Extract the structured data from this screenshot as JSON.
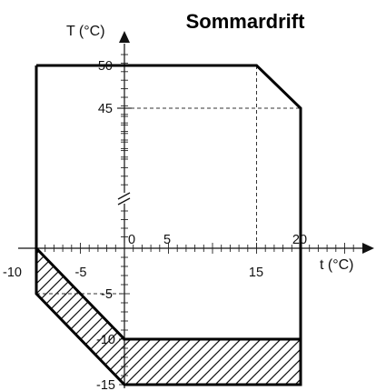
{
  "chart_data": {
    "type": "diagram",
    "title": "Sommardrift",
    "y_axis_title": "T (°C)",
    "x_axis_title": "t (°C)",
    "x_tick_labels": [
      "-10",
      "-5",
      "0",
      "5",
      "15",
      "20"
    ],
    "y_tick_labels": [
      "50",
      "45",
      "-5",
      "-10",
      "-15"
    ],
    "x_range": [
      -10,
      20
    ],
    "y_upper_range": [
      45,
      50
    ],
    "y_lower_range": [
      -15,
      0
    ],
    "y_axis_break": true,
    "boundary": [
      [
        -10,
        50
      ],
      [
        15,
        50
      ],
      [
        20,
        45
      ],
      [
        20,
        -15
      ],
      [
        0,
        -15
      ],
      [
        -10,
        -5
      ],
      [
        -10,
        50
      ]
    ],
    "dashed_guides": [
      {
        "from": [
          15,
          50
        ],
        "to": [
          15,
          0
        ]
      },
      {
        "from": [
          0,
          45
        ],
        "to": [
          20,
          45
        ]
      },
      {
        "from": [
          -10,
          -5
        ],
        "to": [
          0,
          -5
        ]
      }
    ],
    "hatched_regions": [
      [
        [
          -10,
          0
        ],
        [
          0,
          -10
        ],
        [
          0,
          -15
        ],
        [
          -10,
          -5
        ]
      ],
      [
        [
          0,
          -10
        ],
        [
          20,
          -10
        ],
        [
          20,
          -15
        ],
        [
          0,
          -15
        ]
      ]
    ],
    "lines": [
      {
        "from": [
          -10,
          0
        ],
        "to": [
          0,
          -10
        ]
      },
      {
        "from": [
          0,
          -10
        ],
        "to": [
          20,
          -10
        ]
      }
    ]
  }
}
